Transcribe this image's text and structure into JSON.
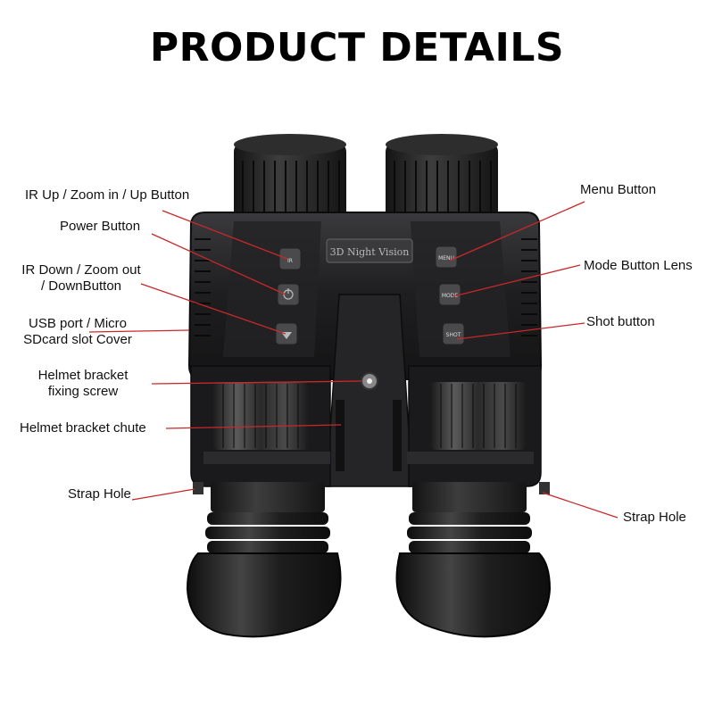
{
  "title": "PRODUCT DETAILS",
  "device": {
    "brand_label": "3D Night Vision",
    "buttons": {
      "up": "IR",
      "menu": "MENU",
      "mode": "MODE",
      "shot": "SHOT"
    }
  },
  "callouts": {
    "ir_up": "IR Up / Zoom in / Up Button",
    "power": "Power Button",
    "ir_down": "IR Down / Zoom out / DownButton",
    "usb": "USB port / Micro SDcard slot Cover",
    "helmet_screw": "Helmet bracket fixing screw",
    "helmet_chute": "Helmet bracket chute",
    "strap_left": "Strap Hole",
    "menu": "Menu Button",
    "mode": "Mode Button Lens",
    "shot": "Shot button",
    "strap_right": "Strap Hole"
  },
  "colors": {
    "leader": "#c8282a",
    "body": "#1c1c1e",
    "body_light": "#2c2c2f",
    "rubber": "#111111"
  }
}
